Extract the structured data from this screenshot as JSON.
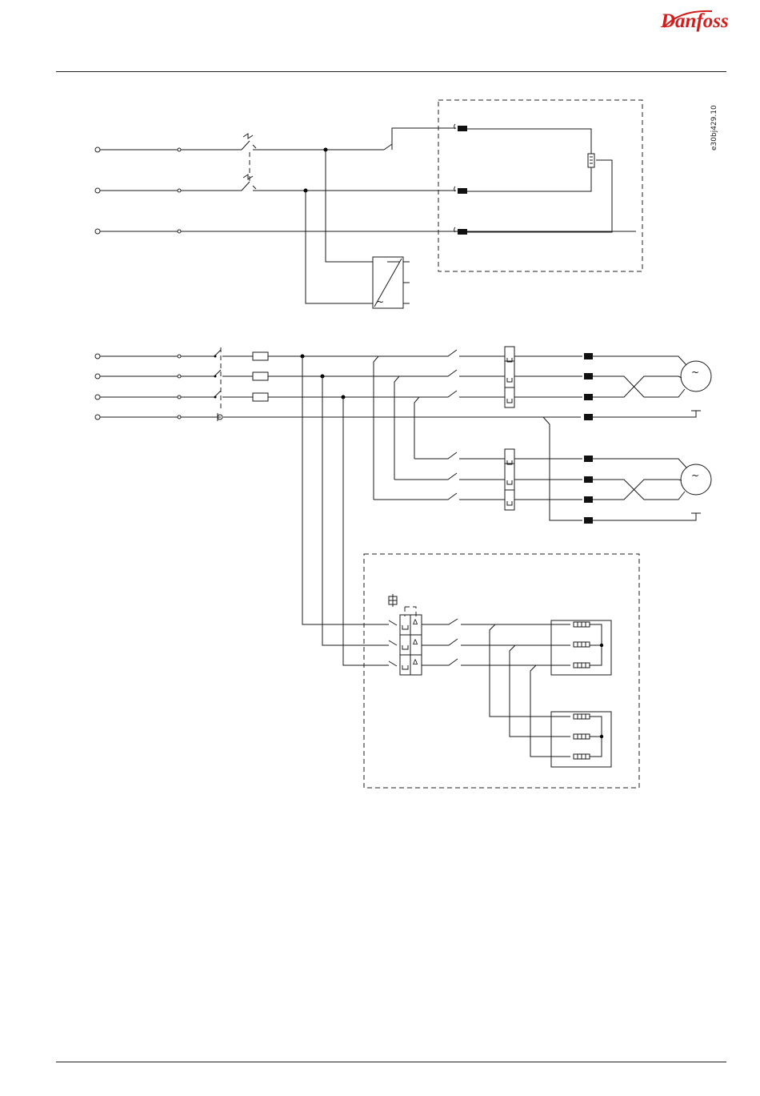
{
  "header": {
    "brand": "Danfoss"
  },
  "figure": {
    "code": "e30bj429.10"
  },
  "symbols": {
    "ac": "~",
    "delta": "Δ"
  }
}
